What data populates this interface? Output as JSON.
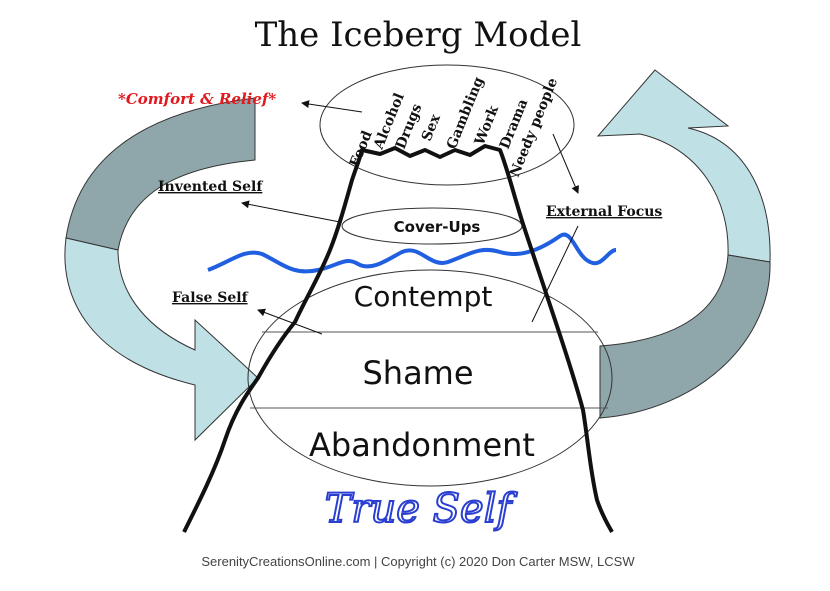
{
  "title": "The Iceberg Model",
  "labels": {
    "comfort": "*Comfort & Relief*",
    "invented_self": "Invented Self",
    "external_focus": "External Focus",
    "false_self": "False Self",
    "cover_ups": "Cover-Ups",
    "true_self": "True Self"
  },
  "tip_items": [
    "Food",
    "Alcohol",
    "Drugs",
    "Sex",
    "Gambling",
    "Work",
    "Drama",
    "Needy people"
  ],
  "layers": [
    "Contempt",
    "Shame",
    "Abandonment"
  ],
  "footer": "SerenityCreationsOnline.com | Copyright (c) 2020 Don Carter MSW, LCSW",
  "colors": {
    "arrow_left_top": "#8fa7aa",
    "arrow_light": "#bfe0e4",
    "water": "#1f5fe0",
    "red_label": "#e0191f",
    "true_self_outline": "#2a3fd1"
  }
}
